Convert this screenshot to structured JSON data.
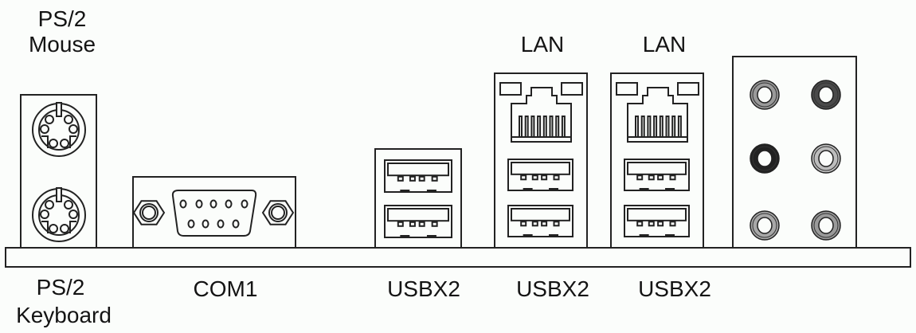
{
  "labels": {
    "ps2_mouse": [
      "PS/2",
      "Mouse"
    ],
    "ps2_keyboard": [
      "PS/2",
      "Keyboard"
    ],
    "com1": "COM1",
    "lan1": "LAN",
    "lan2": "LAN",
    "usb1": "USBX2",
    "usb2": "USBX2",
    "usb3": "USBX2"
  },
  "audio_jack_colors": [
    [
      "#9a9a9a",
      "#4a4a4a"
    ],
    [
      "#222222",
      "#bdbdbd"
    ],
    [
      "#a8a8a8",
      "#9a9a9a"
    ]
  ]
}
